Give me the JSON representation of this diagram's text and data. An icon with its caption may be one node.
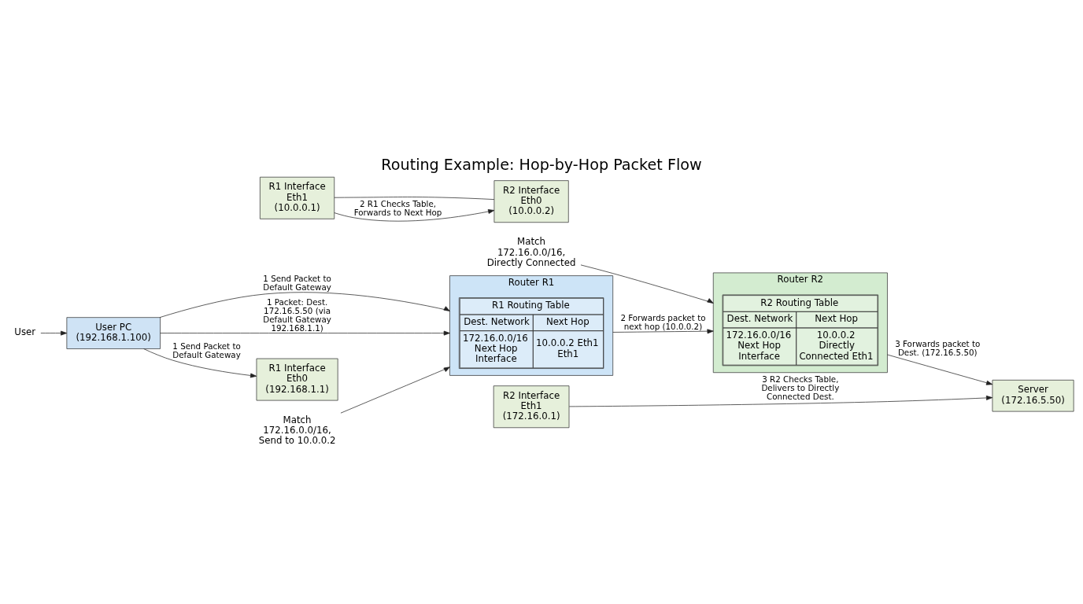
{
  "diagram": {
    "title": "Routing Example: Hop-by-Hop Packet Flow",
    "nodes": [
      {
        "text": [
          "User"
        ]
      },
      {
        "text": [
          "User PC (192.168.1.100)"
        ]
      },
      {
        "text": [
          "Router R1"
        ]
      },
      {
        "text": [
          "R1 Routing Table",
          "Dest. Network",
          "Next Hop",
          "172.16.0.0/16 Next Hop Interface",
          "10.0.0.2 Eth1 Eth1"
        ],
        "in": 2
      },
      {
        "text": [
          "R1 Interface Eth0 (192.168.1.1)"
        ]
      },
      {
        "text": [
          "R1 Interface Eth1 (10.0.0.1)"
        ]
      },
      {
        "text": [
          "Router R2"
        ]
      },
      {
        "text": [
          "R2 Routing Table",
          "Dest. Network",
          "Next Hop",
          "172.16.0.0/16 Next Hop Interface",
          "10.0.0.2 Directly Connected Eth1"
        ],
        "in": 6
      },
      {
        "text": [
          "R2 Interface Eth0 (10.0.0.2)"
        ]
      },
      {
        "text": [
          "R2 Interface Eth1 (172.16.0.1)"
        ]
      },
      {
        "text": [
          "Server (172.16.5.50)"
        ]
      },
      {
        "text": [
          "Match 172.16.0.0/16, Send to 10.0.0.2"
        ]
      },
      {
        "text": [
          "Match 172.16.0.0/16, Directly Connected"
        ]
      }
    ],
    "edges": [
      {
        "from": 0,
        "to": 1,
        "arrow": "to"
      },
      {
        "from": 1,
        "to": 2,
        "arrow": "to",
        "label": "1 Send Packet to Default Gateway"
      },
      {
        "from": 1,
        "to": 2,
        "arrow": "to",
        "label": "1 Packet: Dest. 172.16.5.50 (via Default Gateway 192.168.1.1)"
      },
      {
        "from": 1,
        "to": 4,
        "arrow": "to",
        "label": "1 Send Packet to Default Gateway"
      },
      {
        "from": 11,
        "to": 2,
        "arrow": "to"
      },
      {
        "from": 2,
        "to": 6,
        "arrow": "to",
        "label": "2 Forwards packet to next hop (10.0.0.2)"
      },
      {
        "from": 5,
        "to": 8,
        "arrow": "none"
      },
      {
        "from": 5,
        "to": 8,
        "arrow": "to",
        "label": "2 R1 Checks Table, Forwards to Next Hop"
      },
      {
        "from": 12,
        "to": 6,
        "arrow": "to"
      },
      {
        "from": 6,
        "to": 10,
        "arrow": "to",
        "label": "3 Forwards packet to Dest. (172.16.5.50)"
      },
      {
        "from": 9,
        "to": 10,
        "arrow": "to",
        "label": "3 R2 Checks Table, Delivers to Directly Connected Dest."
      }
    ]
  }
}
